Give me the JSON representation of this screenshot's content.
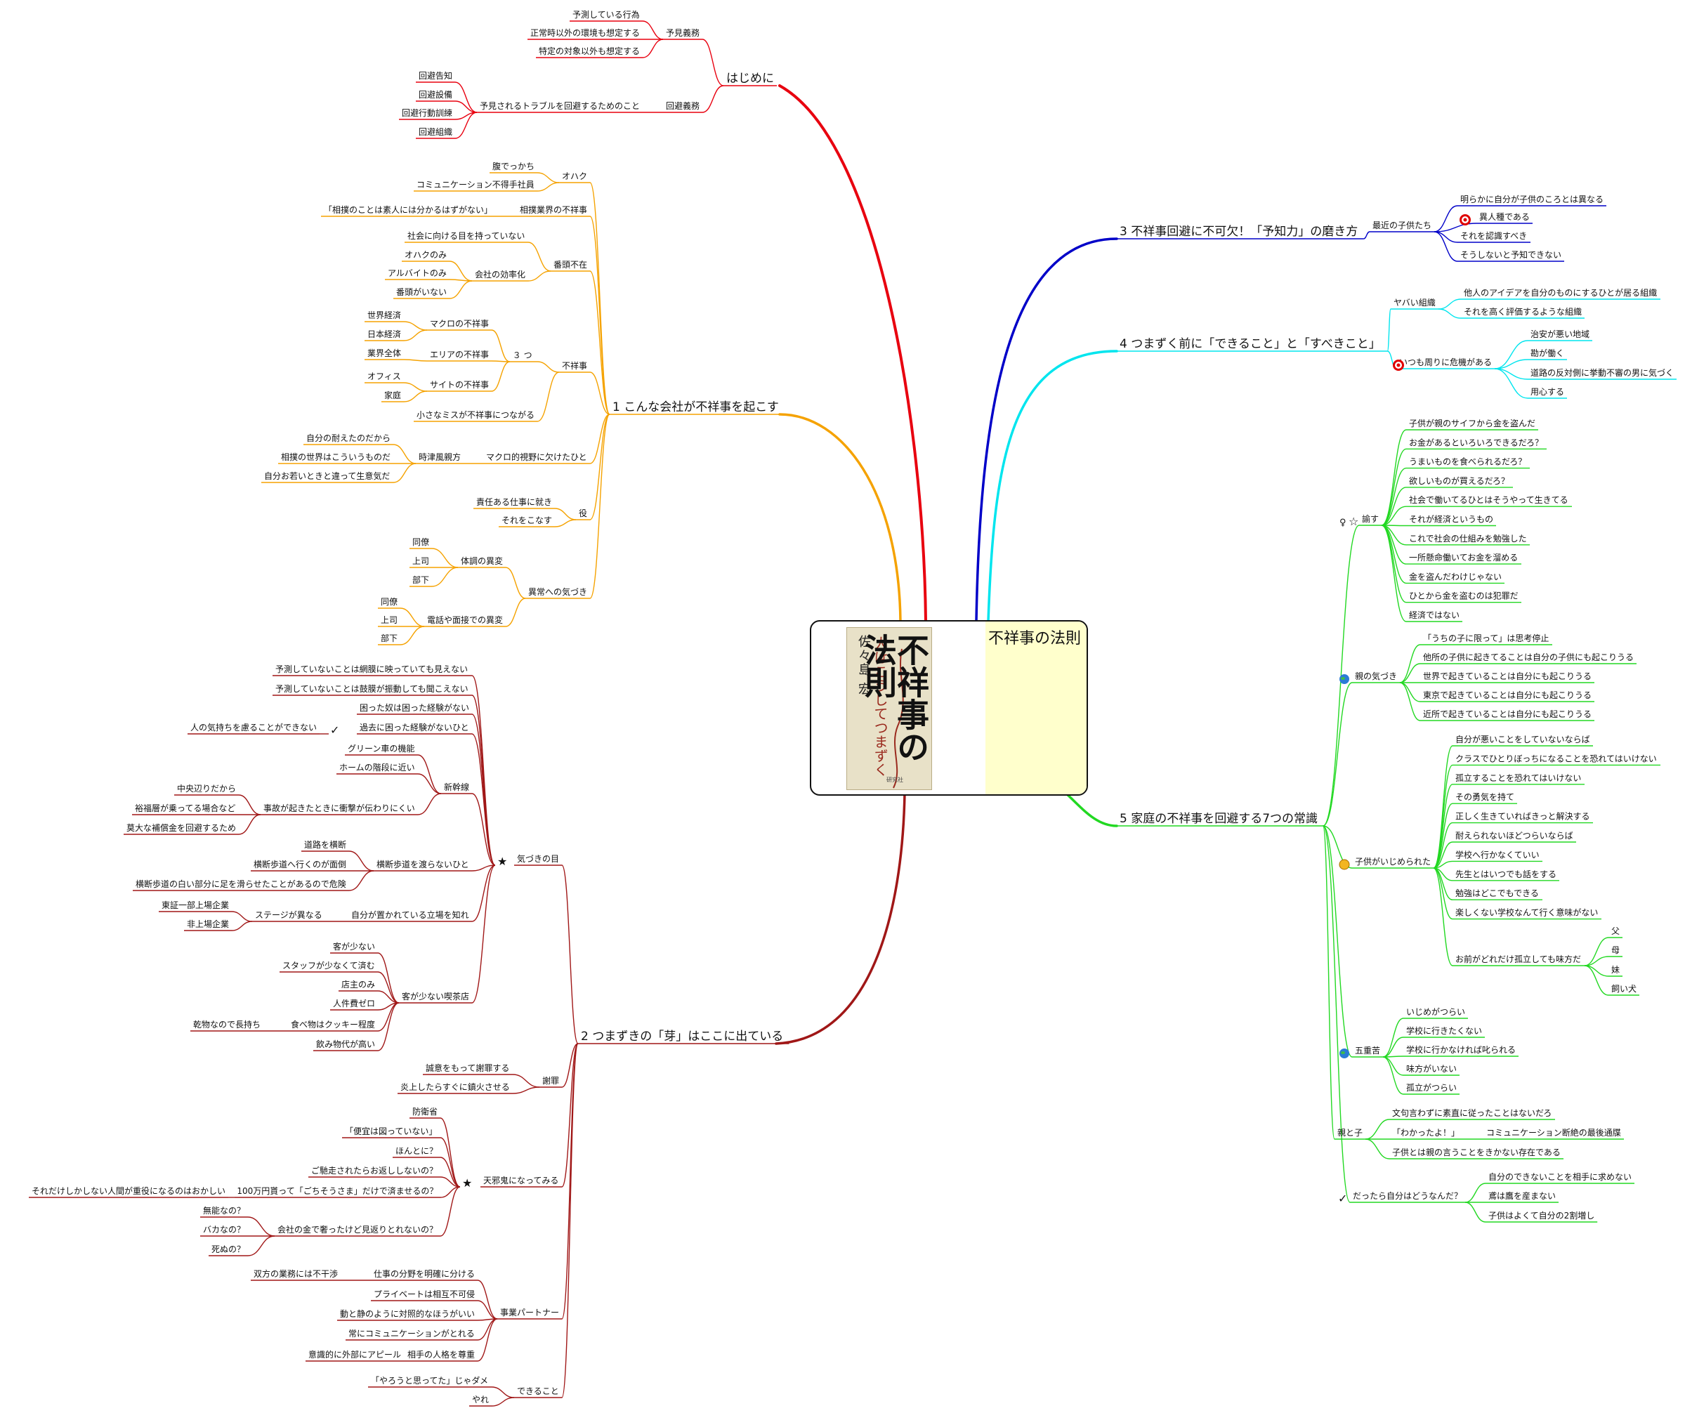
{
  "central": {
    "title": "不祥事の法則",
    "book": {
      "author": "佐々島 宏",
      "title": "不祥事の法則",
      "subtitle": "人はこうしてつまずく",
      "publisher": "研究社"
    }
  },
  "colors": {
    "b1": "#e8000f",
    "b2": "#f5a200",
    "b3": "#a01717",
    "b4": "#0000c8",
    "b5": "#00e5ee",
    "b6": "#22d822"
  },
  "branches": {
    "hajimeni": {
      "label": "はじめに",
      "yoken": {
        "label": "予見義務",
        "children": [
          "予測している行為",
          "正常時以外の環境も想定する",
          "特定の対象以外も想定する"
        ]
      },
      "kaihi": {
        "label": "回避義務",
        "sub": "予見されるトラブルを回避するためのこと",
        "children": [
          "回避告知",
          "回避設備",
          "回避行動訓練",
          "回避組織"
        ]
      }
    },
    "b1": {
      "label": "1 こんな会社が不祥事を起こす",
      "ohaku": {
        "label": "オハク",
        "children": [
          "腹でっかち",
          "コミュニケーション不得手社員"
        ]
      },
      "sumo": {
        "label": "相撲業界の不祥事",
        "child": "「相撲のことは素人には分かるはずがない」"
      },
      "banto": {
        "label": "番頭不在",
        "c1": "社会に向ける目を持っていない",
        "koritsu": "会社の効率化",
        "kc": [
          "オハクのみ",
          "アルバイトのみ",
          "番頭がいない"
        ]
      },
      "fushoji": {
        "label": "不祥事",
        "three": "３ つ",
        "macro": "マクロの不祥事",
        "macro_c": [
          "世界経済",
          "日本経済"
        ],
        "area": "エリアの不祥事",
        "area_c": "業界全体",
        "site": "サイトの不祥事",
        "site_c": [
          "オフィス",
          "家庭"
        ],
        "small": "小さなミスが不祥事につながる"
      },
      "macroview": {
        "label": "マクロ的視野に欠けたひと",
        "jicho": "時津風親方",
        "children": [
          "自分の耐えたのだから",
          "相撲の世界はこういうものだ",
          "自分お若いときと違って生意気だ"
        ]
      },
      "yaku": {
        "label": "役",
        "children": [
          "責任ある仕事に就き",
          "それをこなす"
        ]
      },
      "ijo": {
        "label": "異常への気づき",
        "taicho": "体調の異変",
        "taicho_c": [
          "同僚",
          "上司",
          "部下"
        ],
        "denwa": "電話や面接での異変",
        "denwa_c": [
          "同僚",
          "上司",
          "部下"
        ]
      }
    },
    "b2": {
      "label": "2 つまずきの「芽」はここに出ている",
      "kizuki": {
        "label": "気づきの目",
        "a": [
          "予測していないことは網膜に映っていても見えない",
          "予測していないことは鼓膜が振動しても聞こえない",
          "困った奴は困った経験がない"
        ],
        "kako": "過去に困った経験がないひと",
        "kako_c": "人の気持ちを慮ることができない",
        "shinkansen": "新幹線",
        "sk": [
          "グリーン車の機能",
          "ホームの階段に近い"
        ],
        "jiko": "事故が起きたときに衝撃が伝わりにくい",
        "jiko_c": [
          "中央辺りだから",
          "裕福層が乗ってる場合など",
          "莫大な補償金を回避するため"
        ],
        "odan": "横断歩道を渡らないひと",
        "odan_c": [
          "道路を横断",
          "横断歩道へ行くのが面倒",
          "横断歩道の白い部分に足を滑らせたことがあるので危険"
        ],
        "tachiba": "自分が置かれている立場を知れ",
        "stage": "ステージが異なる",
        "stage_c": [
          "東証一部上場企業",
          "非上場企業"
        ],
        "kissa": "客が少ない喫茶店",
        "kissa_c": [
          "客が少ない",
          "スタッフが少なくて済む",
          "店主のみ",
          "人件費ゼロ"
        ],
        "food": "食べ物はクッキー程度",
        "food_c": "乾物なので長持ち",
        "drink": "飲み物代が高い"
      },
      "shazai": {
        "label": "謝罪",
        "children": [
          "誠意をもって謝罪する",
          "炎上したらすぐに鎮火させる"
        ]
      },
      "amanojaku": {
        "label": "天邪鬼になってみる",
        "a": [
          "防衛省",
          "「便宜は図っていない」",
          "ほんとに？",
          "ご馳走されたらお返ししないの？"
        ],
        "man": "100万円貰って「ごちそうさま」だけで済ませるの？",
        "man_c": "それだけしかしない人間が重役になるのはおかしい",
        "mikaeri": "会社の金で奢ったけど見返りとれないの？",
        "mikaeri_c": [
          "無能なの？",
          "バカなの？",
          "死ぬの？"
        ]
      },
      "partner": {
        "label": "事業パートナー",
        "bunya": "仕事の分野を明確に分ける",
        "bunya_c": "双方の業務には不干渉",
        "others": [
          "プライベートは相互不可侵",
          "動と静のように対照的なほうがいい",
          "常にコミュニケーションがとれる"
        ],
        "jinkaku": "相手の人格を尊重",
        "jinkaku_c": "意識的に外部にアピール"
      },
      "dekiru": {
        "label": "できること",
        "children": [
          "「やろうと思ってた」じゃダメ",
          "やれ"
        ]
      }
    },
    "b3": {
      "label": "3 不祥事回避に不可欠！「予知力」の磨き方",
      "kodomo": {
        "label": "最近の子供たち",
        "children": [
          "明らかに自分が子供のころとは異なる",
          "異人種である",
          "それを認識すべき",
          "そうしないと予知できない"
        ]
      }
    },
    "b4": {
      "label": "4 つまずく前に「できること」と「すべきこと」",
      "yabai": {
        "label": "ヤバい組織",
        "children": [
          "他人のアイデアを自分のものにするひとが居る組織",
          "それを高く評価するような組織"
        ]
      },
      "kiki": {
        "label": "いつも周りに危機がある",
        "children": [
          "治安が悪い地域",
          "勘が働く",
          "道路の反対側に挙動不審の男に気づく",
          "用心する"
        ]
      }
    },
    "b5": {
      "label": "5 家庭の不祥事を回避する7つの常識",
      "satosu": {
        "label": "諭す",
        "children": [
          "子供が親のサイフから金を盗んだ",
          "お金があるといろいろできるだろ？",
          "うまいものを食べられるだろ？",
          "欲しいものが買えるだろ？",
          "社会で働いてるひとはそうやって生きてる",
          "それが経済というもの",
          "これで社会の仕組みを勉強した",
          "一所懸命働いてお金を溜める",
          "金を盗んだわけじゃない",
          "ひとから金を盗むのは犯罪だ",
          "経済ではない"
        ]
      },
      "oyanokizuki": {
        "label": "親の気づき",
        "children": [
          "「うちの子に限って」は思考停止",
          "他所の子供に起きてることは自分の子供にも起こりうる",
          "世界で起きていることは自分にも起こりうる",
          "東京で起きていることは自分にも起こりうる",
          "近所で起きていることは自分にも起こりうる"
        ]
      },
      "ijime": {
        "label": "子供がいじめられた",
        "children": [
          "自分が悪いことをしていないならば",
          "クラスでひとりぼっちになることを恐れてはいけない",
          "孤立することを恐れてはいけない",
          "その勇気を持て",
          "正しく生きていればきっと解決する",
          "耐えられないほどつらいならば",
          "学校へ行かなくていい",
          "先生とはいつでも話をする",
          "勉強はどこでもできる",
          "楽しくない学校なんて行く意味がない"
        ],
        "mikata": "お前がどれだけ孤立しても味方だ",
        "mikata_c": [
          "父",
          "母",
          "妹",
          "飼い犬"
        ]
      },
      "goju": {
        "label": "五重苦",
        "children": [
          "いじめがつらい",
          "学校に行きたくない",
          "学校に行かなければ叱られる",
          "味方がいない",
          "孤立がつらい"
        ]
      },
      "oyako": {
        "label": "親と子",
        "c1": "文句言わずに素直に従ったことはないだろ",
        "wakatta": "「わかったよ！」",
        "wakatta_c": "コミュニケーション断絶の最後通牒",
        "c3": "子供とは親の言うことをきかない存在である"
      },
      "dattara": {
        "label": "だったら自分はどうなんだ？",
        "children": [
          "自分のできないことを相手に求めない",
          "鳶は鷹を産まない",
          "子供はよくて自分の2割増し"
        ]
      }
    }
  }
}
